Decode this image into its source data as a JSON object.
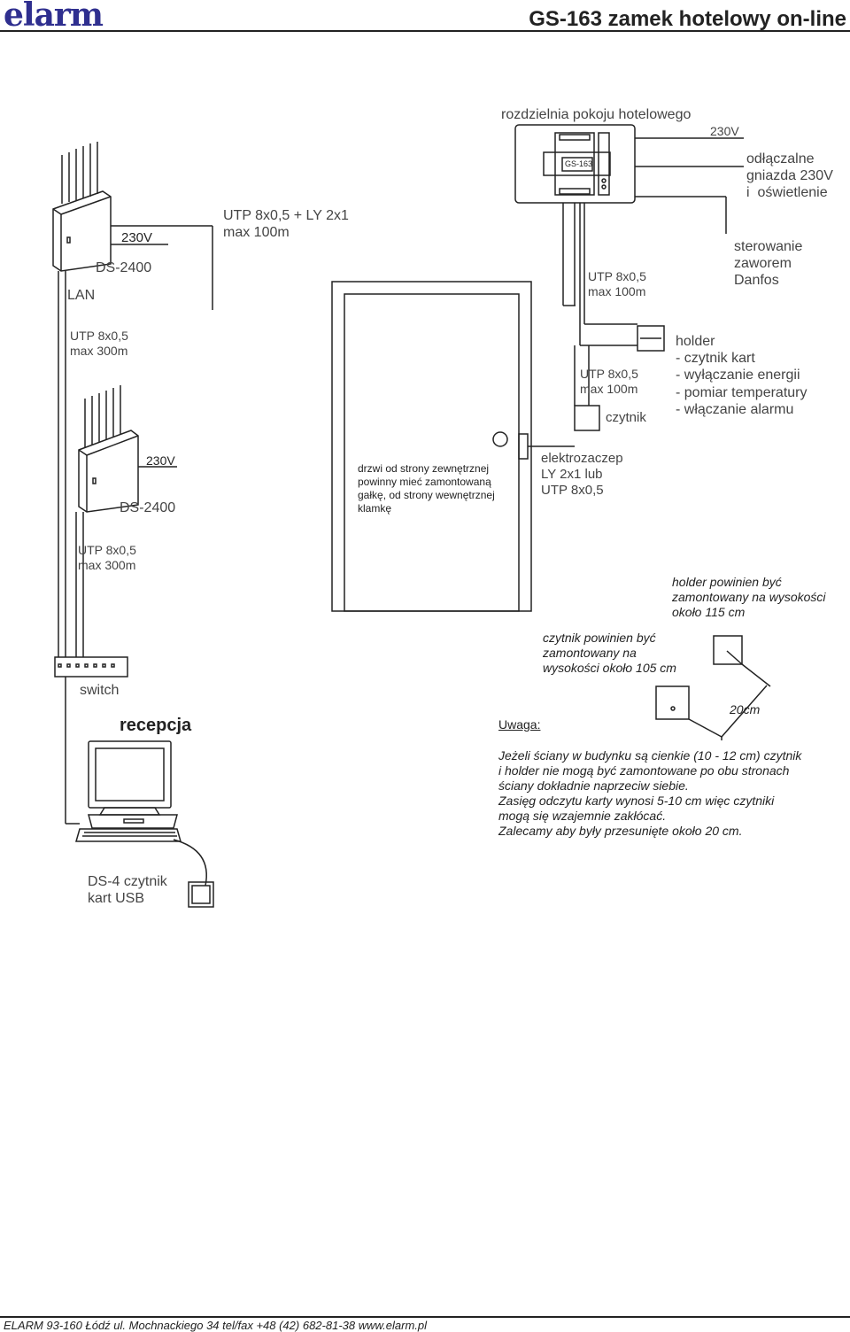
{
  "header": {
    "logo": "elarm",
    "title": "GS-163   zamek hotelowy on-line"
  },
  "labels": {
    "room_panel": "rozdzielnia pokoju hotelowego",
    "panel_230v": "230V",
    "sockets": "odłączalne\ngniazda 230V\ni  oświetlenie",
    "valve": "sterowanie\nzaworem\nDanfos",
    "device_label": "GS-163",
    "utp_ly": "UTP 8x0,5 + LY 2x1\nmax 100m",
    "top_230v": "230V",
    "top_ds2400": "DS-2400",
    "lan": "LAN",
    "utp_panel": "UTP 8x0,5\nmax 100m",
    "utp_300_1": "UTP 8x0,5\nmax 300m",
    "utp_reader": "UTP 8x0,5\nmax 100m",
    "reader": "czytnik",
    "holder": "holder\n- czytnik kart\n- wyłączanie energii\n- pomiar temperatury\n- włączanie alarmu",
    "mid_230v": "230V",
    "mid_ds2400": "DS-2400",
    "door_note": "drzwi od strony zewnętrznej\npowinny mieć zamontowaną\ngałkę, od strony wewnętrznej\nklamkę",
    "strike": "elektrozaczep\nLY 2x1 lub\nUTP 8x0,5",
    "utp_300_2": "UTP 8x0,5\nmax 300m",
    "holder_height": "holder powinien być\nzamontowany na wysokości\nokoło 115 cm",
    "reader_height": "czytnik powinien być\nzamontowany na\nwysokości około 105 cm",
    "switch": "switch",
    "reception": "recepcja",
    "uwaga": "Uwaga:",
    "distance": "20cm",
    "note": "Jeżeli ściany w budynku są cienkie (10 - 12 cm) czytnik\ni holder nie mogą być zamontowane po obu stronach\nściany dokładnie naprzeciw siebie.\nZasięg odczytu karty wynosi 5-10 cm więc czytniki\nmogą się wzajemnie zakłócać.\nZalecamy aby były przesunięte około 20 cm.",
    "usb_reader": "DS-4 czytnik\nkart USB"
  },
  "footer": "ELARM 93-160 Łódź ul. Mochnackiego 34 tel/fax  +48 (42)  682-81-38  www.elarm.pl"
}
